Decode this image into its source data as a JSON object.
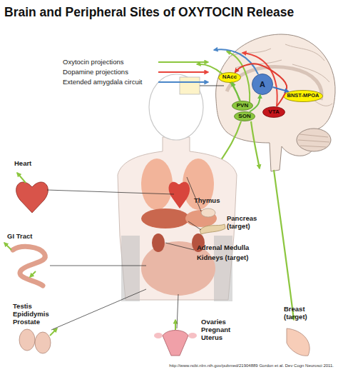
{
  "diagram": {
    "title": "Brain and Peripheral Sites of OXYTOCIN Release",
    "caption": "http://www.ncbi.nlm.nih.gov/pubmed/21904889 Gordon et al. Dev Cogn Neurosci 2011.",
    "nodes": [
      {
        "text": [
          "NAcc"
        ]
      },
      {
        "text": [
          "A"
        ]
      },
      {
        "text": [
          "BNST-MPOA"
        ]
      },
      {
        "text": [
          "PVN"
        ]
      },
      {
        "text": [
          "SON"
        ]
      },
      {
        "text": [
          "VTA"
        ]
      }
    ],
    "edges": [
      {
        "from": 3,
        "to": 0,
        "arrow": "to"
      },
      {
        "from": 4,
        "to": 1,
        "arrow": "to"
      },
      {
        "from": 5,
        "to": 0,
        "arrow": "to"
      },
      {
        "from": 1,
        "to": 2,
        "arrow": "to"
      }
    ],
    "labels": [
      "Heart",
      "Thymus",
      "Pancreas (target)",
      "GI Tract",
      "Adrenal Medulla",
      "Kidneys (target)",
      "Testis Epididymis Prostate",
      "Ovaries Pregnant Uterus",
      "Breast (target)"
    ],
    "legend": [
      {
        "text": "Oxytocin projections"
      },
      {
        "text": "Dopamine projections"
      },
      {
        "text": "Extended amygdala circuit"
      }
    ]
  }
}
